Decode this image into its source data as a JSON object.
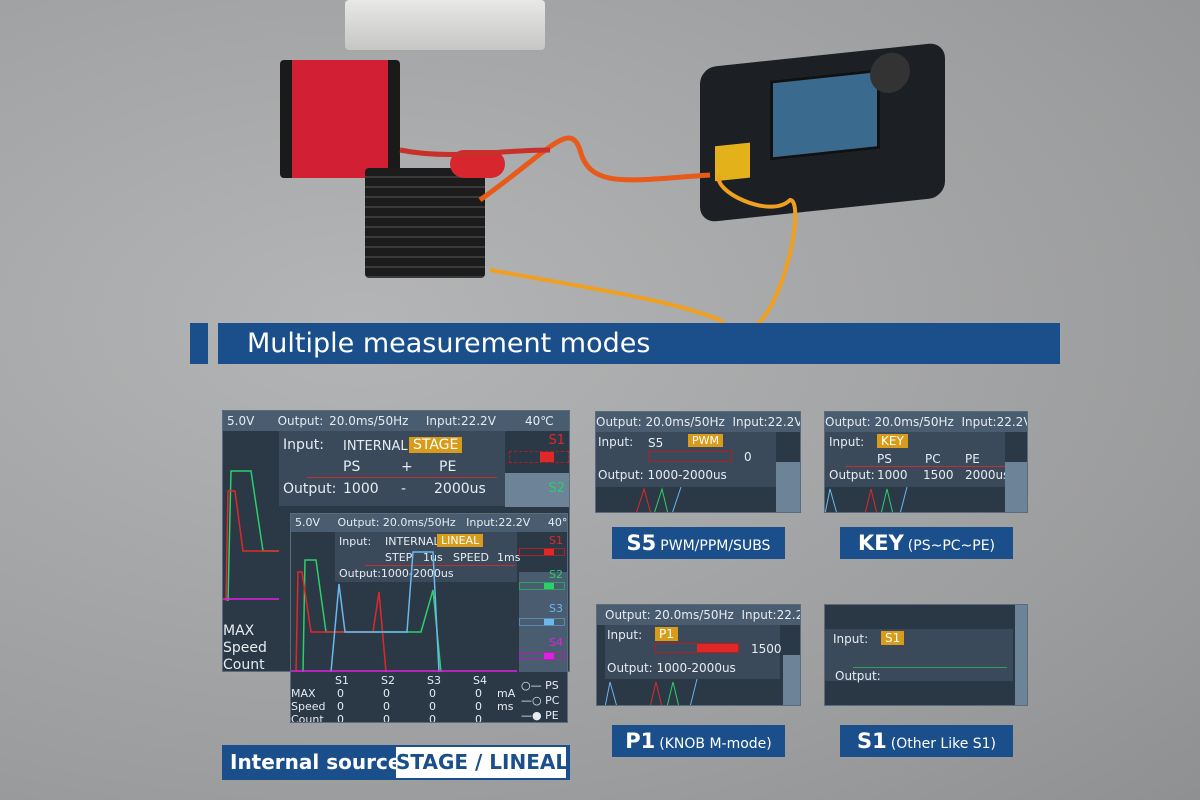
{
  "banner": {
    "title": "Multiple measurement modes"
  },
  "status": {
    "voltage": "5.0V",
    "output": "Output: 20.0ms/50Hz",
    "input": "Input:22.2V",
    "temp": "40℃"
  },
  "stage": {
    "input_label": "Input:",
    "source": "INTERNAL",
    "mode": "STAGE",
    "ps": "PS",
    "plus": "+",
    "pe": "PE",
    "output_label": "Output:",
    "out_start": "1000",
    "dash": "-",
    "out_end": "2000us",
    "rows": [
      "MAX",
      "Speed",
      "Count"
    ]
  },
  "lineal": {
    "input_label": "Input:",
    "source": "INTERNAL",
    "mode": "LINEAL",
    "step": "STEP",
    "step_val": "1us",
    "speed": "SPEED",
    "speed_val": "1ms",
    "output": "Output:1000-2000us",
    "channels": [
      "S1",
      "S2",
      "S3",
      "S4"
    ],
    "table": {
      "headers": [
        "S1",
        "S2",
        "S3",
        "S4"
      ],
      "rows": [
        {
          "label": "MAX",
          "values": [
            "0",
            "0",
            "0",
            "0"
          ],
          "unit": "mA"
        },
        {
          "label": "Speed",
          "values": [
            "0",
            "0",
            "0",
            "0"
          ],
          "unit": "ms"
        },
        {
          "label": "Count",
          "values": [
            "0",
            "0",
            "0",
            "0"
          ],
          "unit": ""
        }
      ]
    },
    "toggles": [
      "PS",
      "PC",
      "PE"
    ]
  },
  "s5": {
    "input_label": "Input:",
    "source": "S5",
    "mode": "PWM",
    "value": "0",
    "output": "Output:  1000-2000us",
    "caption_bold": "S5",
    "caption": "PWM/PPM/SUBS"
  },
  "key": {
    "input_label": "Input:",
    "mode": "KEY",
    "ps": "PS",
    "pc": "PC",
    "pe": "PE",
    "output_label": "Output:",
    "v1": "1000",
    "v2": "1500",
    "v3": "2000us",
    "caption_bold": "KEY",
    "caption": "(PS~PC~PE)"
  },
  "p1": {
    "input_label": "Input:",
    "mode": "P1",
    "value": "1500",
    "knob_fraction": 0.5,
    "output": "Output:  1000-2000us",
    "caption_bold": "P1",
    "caption": "(KNOB M-mode)"
  },
  "s1": {
    "input_label": "Input:",
    "mode": "S1",
    "output_label": "Output:",
    "caption_bold": "S1",
    "caption": "(Other Like S1)"
  },
  "internal": {
    "label": "Internal source",
    "modes": "STAGE / LINEAL"
  },
  "colors": {
    "banner": "#1a4f8c",
    "tag": "#d89b1a",
    "s1": "#e02828",
    "s2": "#2ccf6a",
    "s3": "#6ab8ee",
    "s4": "#e020e0"
  }
}
